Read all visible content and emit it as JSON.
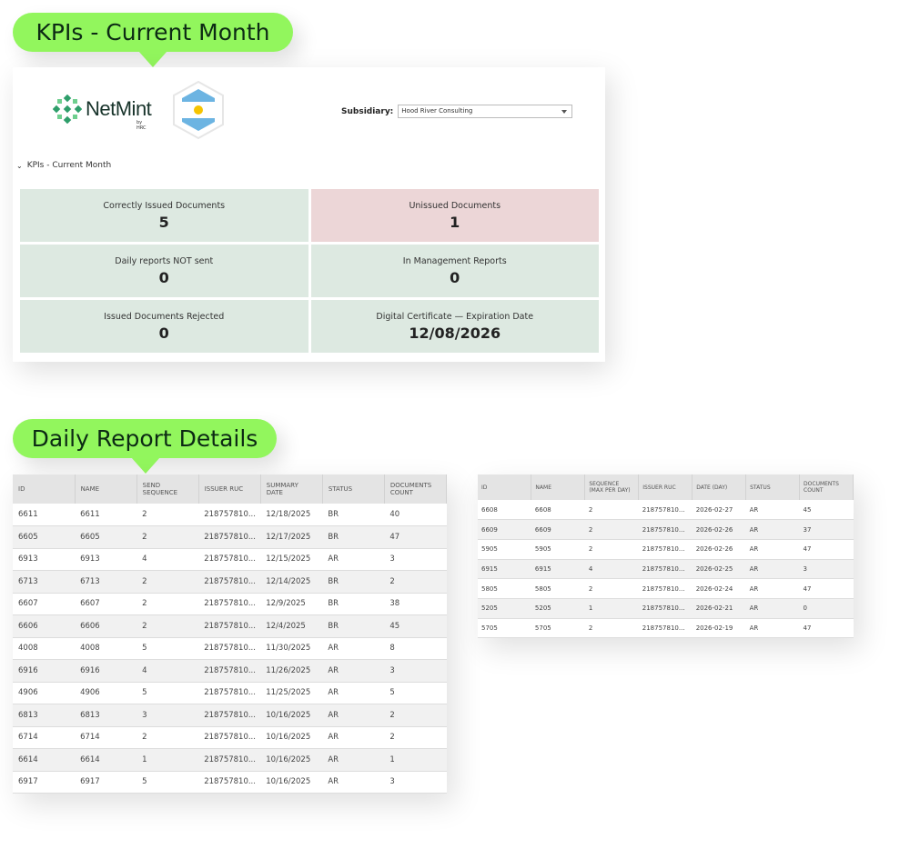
{
  "callouts": {
    "kpis": "KPIs - Current Month",
    "daily": "Daily Report Details"
  },
  "colors": {
    "callout": "#92f65d",
    "kpi_ok": "#dde9e1",
    "kpi_alert": "#ecd6d7"
  },
  "header": {
    "logo_text": "NetMint",
    "logo_by": "by HRC",
    "flag_icon": "argentina-flag-hexagon",
    "subsidiary_label": "Subsidiary:",
    "subsidiary_value": "Hood River Consulting"
  },
  "section": {
    "title": "KPIs - Current Month"
  },
  "kpis": [
    {
      "label": "Correctly Issued Documents",
      "value": "5",
      "status": "ok"
    },
    {
      "label": "Unissued Documents",
      "value": "1",
      "status": "alert"
    },
    {
      "label": "Daily reports NOT sent",
      "value": "0",
      "status": "ok"
    },
    {
      "label": "In Management Reports",
      "value": "0",
      "status": "ok"
    },
    {
      "label": "Issued Documents Rejected",
      "value": "0",
      "status": "ok"
    },
    {
      "label": "Digital Certificate — Expiration Date",
      "value": "12/08/2026",
      "status": "ok"
    }
  ],
  "table1": {
    "columns": [
      "ID",
      "NAME",
      "SEND SEQUENCE",
      "ISSUER RUC",
      "SUMMARY DATE",
      "STATUS",
      "DOCUMENTS COUNT"
    ],
    "rows": [
      [
        "6611",
        "6611",
        "2",
        "218757810...",
        "12/18/2025",
        "BR",
        "40"
      ],
      [
        "6605",
        "6605",
        "2",
        "218757810...",
        "12/17/2025",
        "BR",
        "47"
      ],
      [
        "6913",
        "6913",
        "4",
        "218757810...",
        "12/15/2025",
        "AR",
        "3"
      ],
      [
        "6713",
        "6713",
        "2",
        "218757810...",
        "12/14/2025",
        "BR",
        "2"
      ],
      [
        "6607",
        "6607",
        "2",
        "218757810...",
        "12/9/2025",
        "BR",
        "38"
      ],
      [
        "6606",
        "6606",
        "2",
        "218757810...",
        "12/4/2025",
        "BR",
        "45"
      ],
      [
        "4008",
        "4008",
        "5",
        "218757810...",
        "11/30/2025",
        "AR",
        "8"
      ],
      [
        "6916",
        "6916",
        "4",
        "218757810...",
        "11/26/2025",
        "AR",
        "3"
      ],
      [
        "4906",
        "4906",
        "5",
        "218757810...",
        "11/25/2025",
        "AR",
        "5"
      ],
      [
        "6813",
        "6813",
        "3",
        "218757810...",
        "10/16/2025",
        "AR",
        "2"
      ],
      [
        "6714",
        "6714",
        "2",
        "218757810...",
        "10/16/2025",
        "AR",
        "2"
      ],
      [
        "6614",
        "6614",
        "1",
        "218757810...",
        "10/16/2025",
        "AR",
        "1"
      ],
      [
        "6917",
        "6917",
        "5",
        "218757810...",
        "10/16/2025",
        "AR",
        "3"
      ]
    ]
  },
  "table2": {
    "columns": [
      "ID",
      "NAME",
      "SEQUENCE (MAX PER DAY)",
      "ISSUER RUC",
      "DATE (DAY)",
      "STATUS",
      "DOCUMENTS COUNT"
    ],
    "rows": [
      [
        "6608",
        "6608",
        "2",
        "218757810...",
        "2026-02-27",
        "AR",
        "45"
      ],
      [
        "6609",
        "6609",
        "2",
        "218757810...",
        "2026-02-26",
        "AR",
        "37"
      ],
      [
        "5905",
        "5905",
        "2",
        "218757810...",
        "2026-02-26",
        "AR",
        "47"
      ],
      [
        "6915",
        "6915",
        "4",
        "218757810...",
        "2026-02-25",
        "AR",
        "3"
      ],
      [
        "5805",
        "5805",
        "2",
        "218757810...",
        "2026-02-24",
        "AR",
        "47"
      ],
      [
        "5205",
        "5205",
        "1",
        "218757810...",
        "2026-02-21",
        "AR",
        "0"
      ],
      [
        "5705",
        "5705",
        "2",
        "218757810...",
        "2026-02-19",
        "AR",
        "47"
      ]
    ]
  }
}
